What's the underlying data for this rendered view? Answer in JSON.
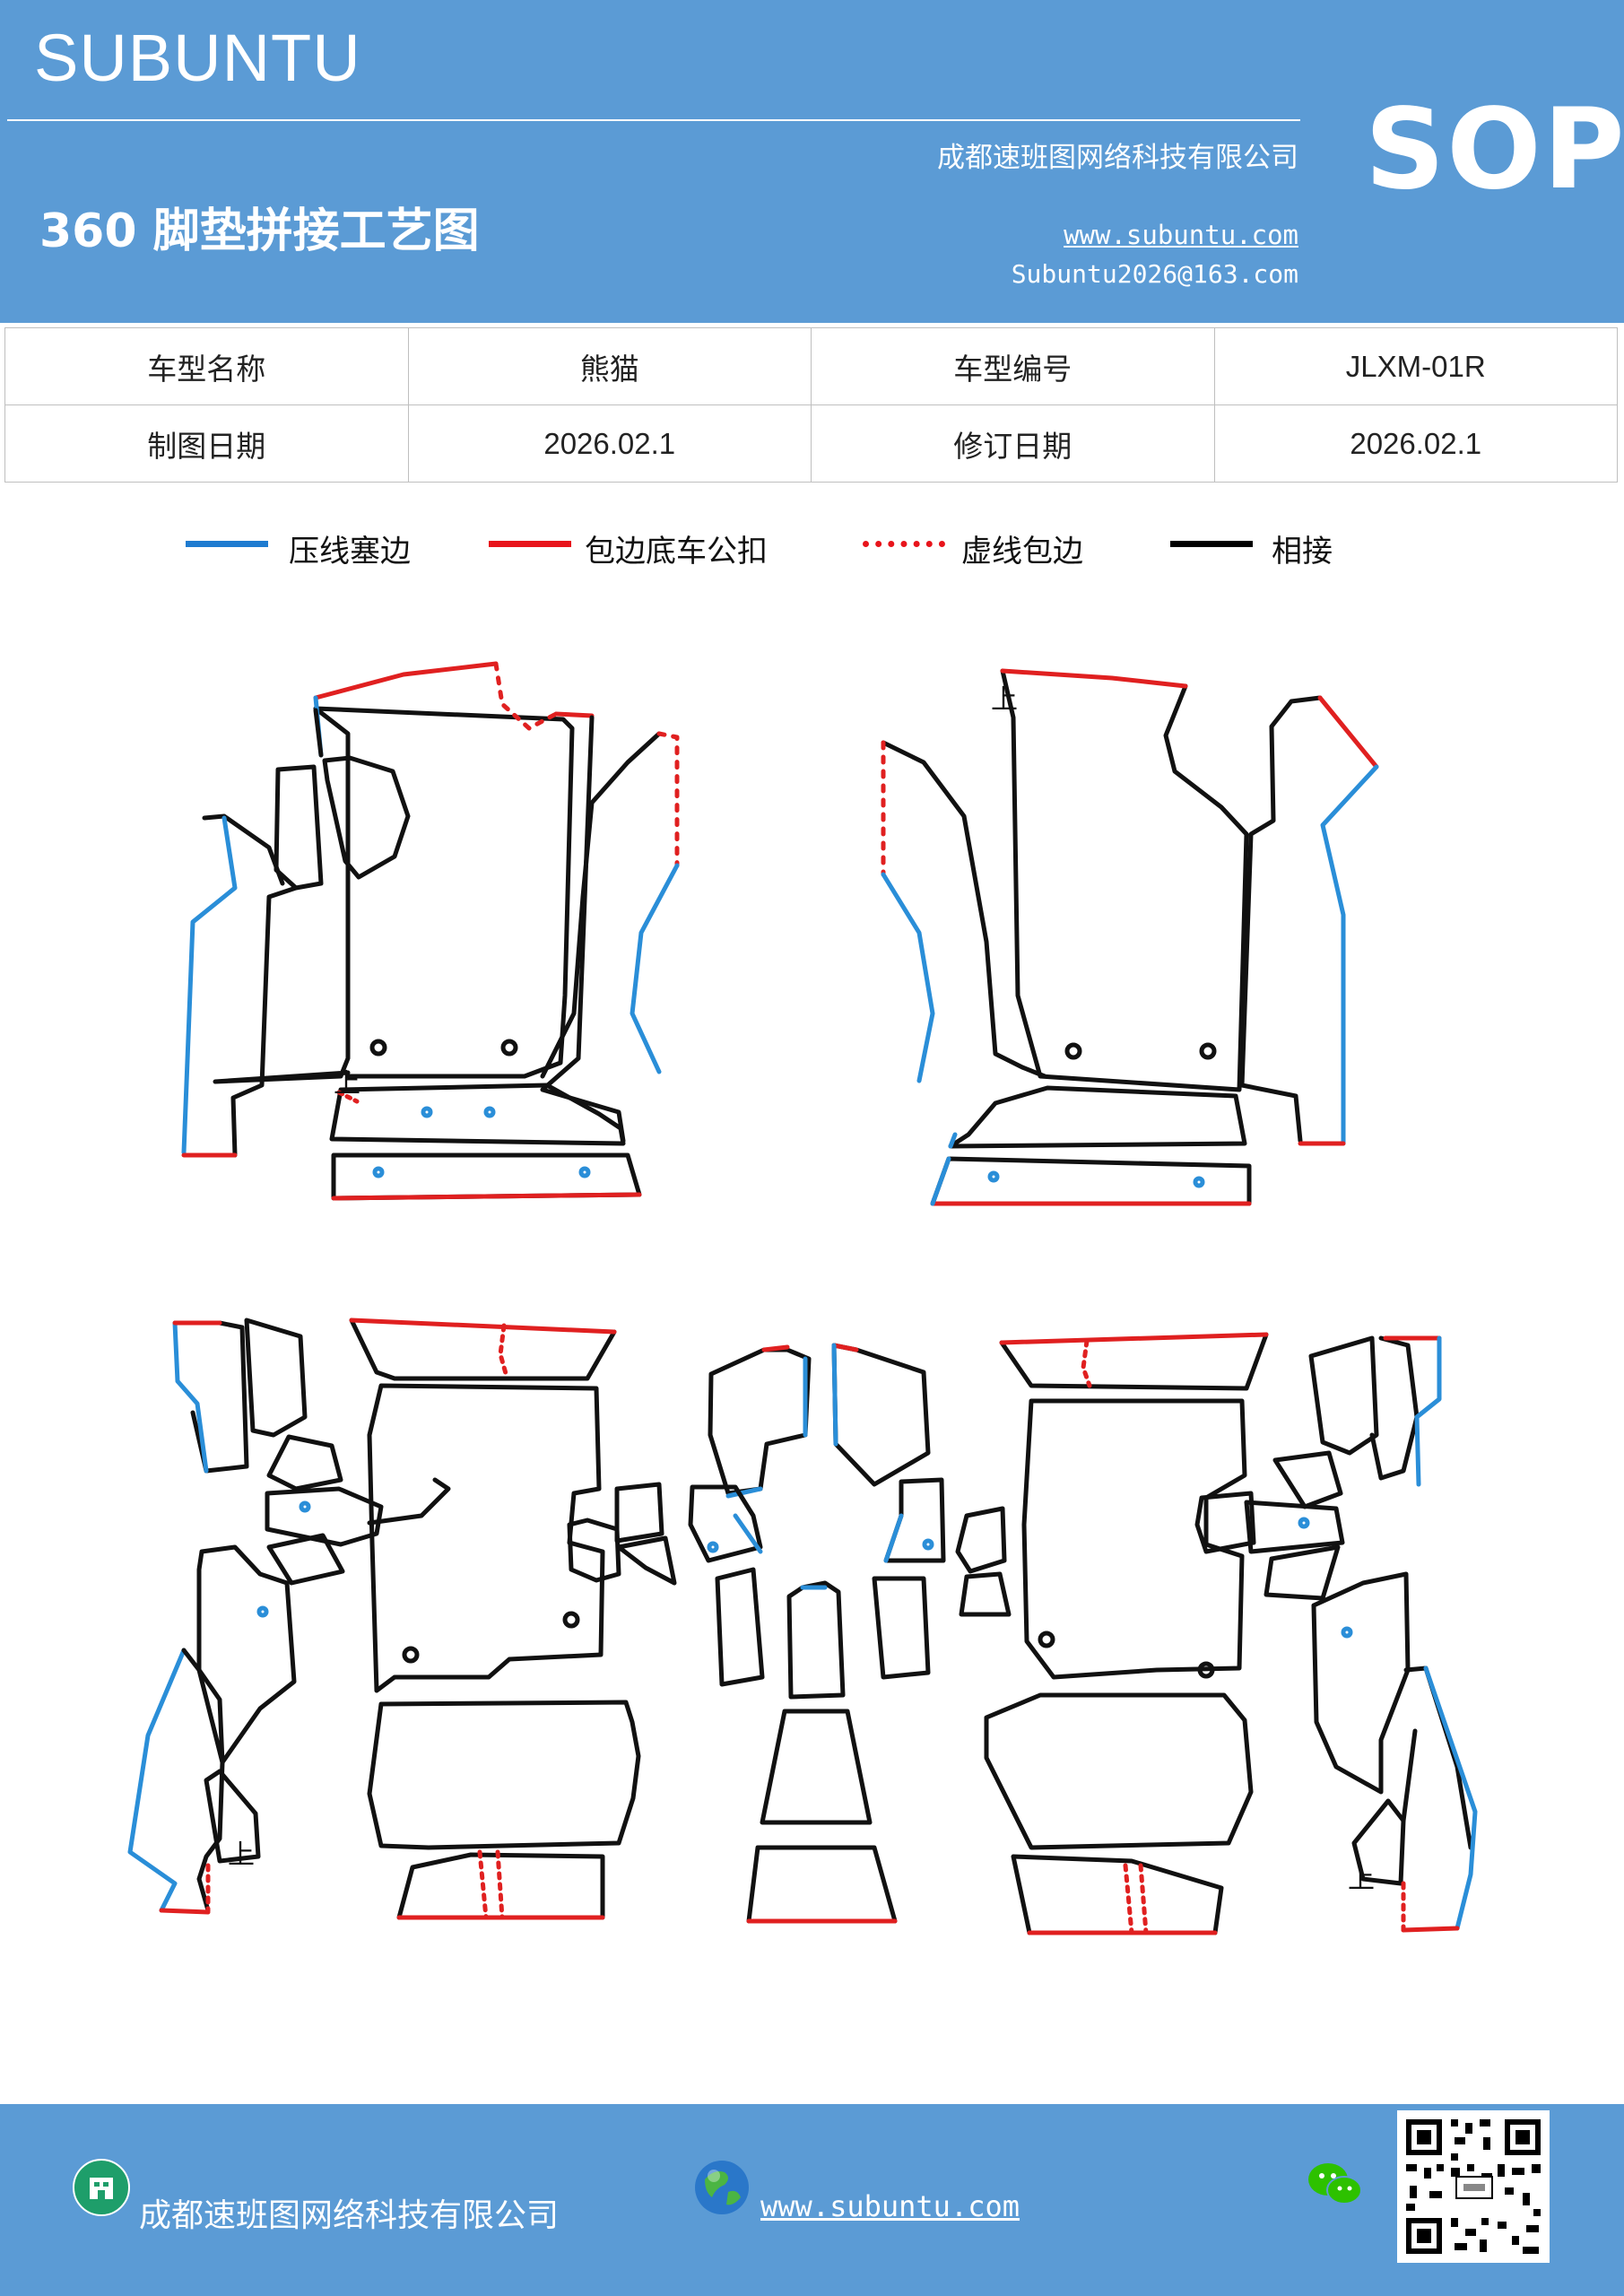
{
  "header": {
    "brand": "SUBUNTU",
    "company": "成都速班图网络科技有限公司",
    "title": "360 脚垫拼接工艺图",
    "website": "www.subuntu.com",
    "email": "Subuntu2026@163.com",
    "badge": "SOP"
  },
  "info_table": {
    "rows": [
      {
        "label1": "车型名称",
        "value1": "熊猫",
        "label2": "车型编号",
        "value2": "JLXM-01R"
      },
      {
        "label1": "制图日期",
        "value1": "2026.02.1",
        "label2": "修订日期",
        "value2": "2026.02.1"
      }
    ]
  },
  "legend": [
    {
      "label": "压线塞边",
      "color": "#1e7bd0",
      "style": "solid"
    },
    {
      "label": "包边底车公扣",
      "color": "#e8141b",
      "style": "solid"
    },
    {
      "label": "虚线包边",
      "color": "#e8141b",
      "style": "dotted"
    },
    {
      "label": "相接",
      "color": "#000000",
      "style": "solid"
    }
  ],
  "drawing": {
    "marker": "上",
    "colors": {
      "press": "#2a8ed8",
      "wrap": "#e02020",
      "join": "#111111"
    }
  },
  "footer": {
    "company": "成都速班图网络科技有限公司",
    "website": "www.subuntu.com"
  },
  "icons": [
    "building-icon",
    "globe-icon",
    "wechat-icon",
    "qr-code"
  ]
}
